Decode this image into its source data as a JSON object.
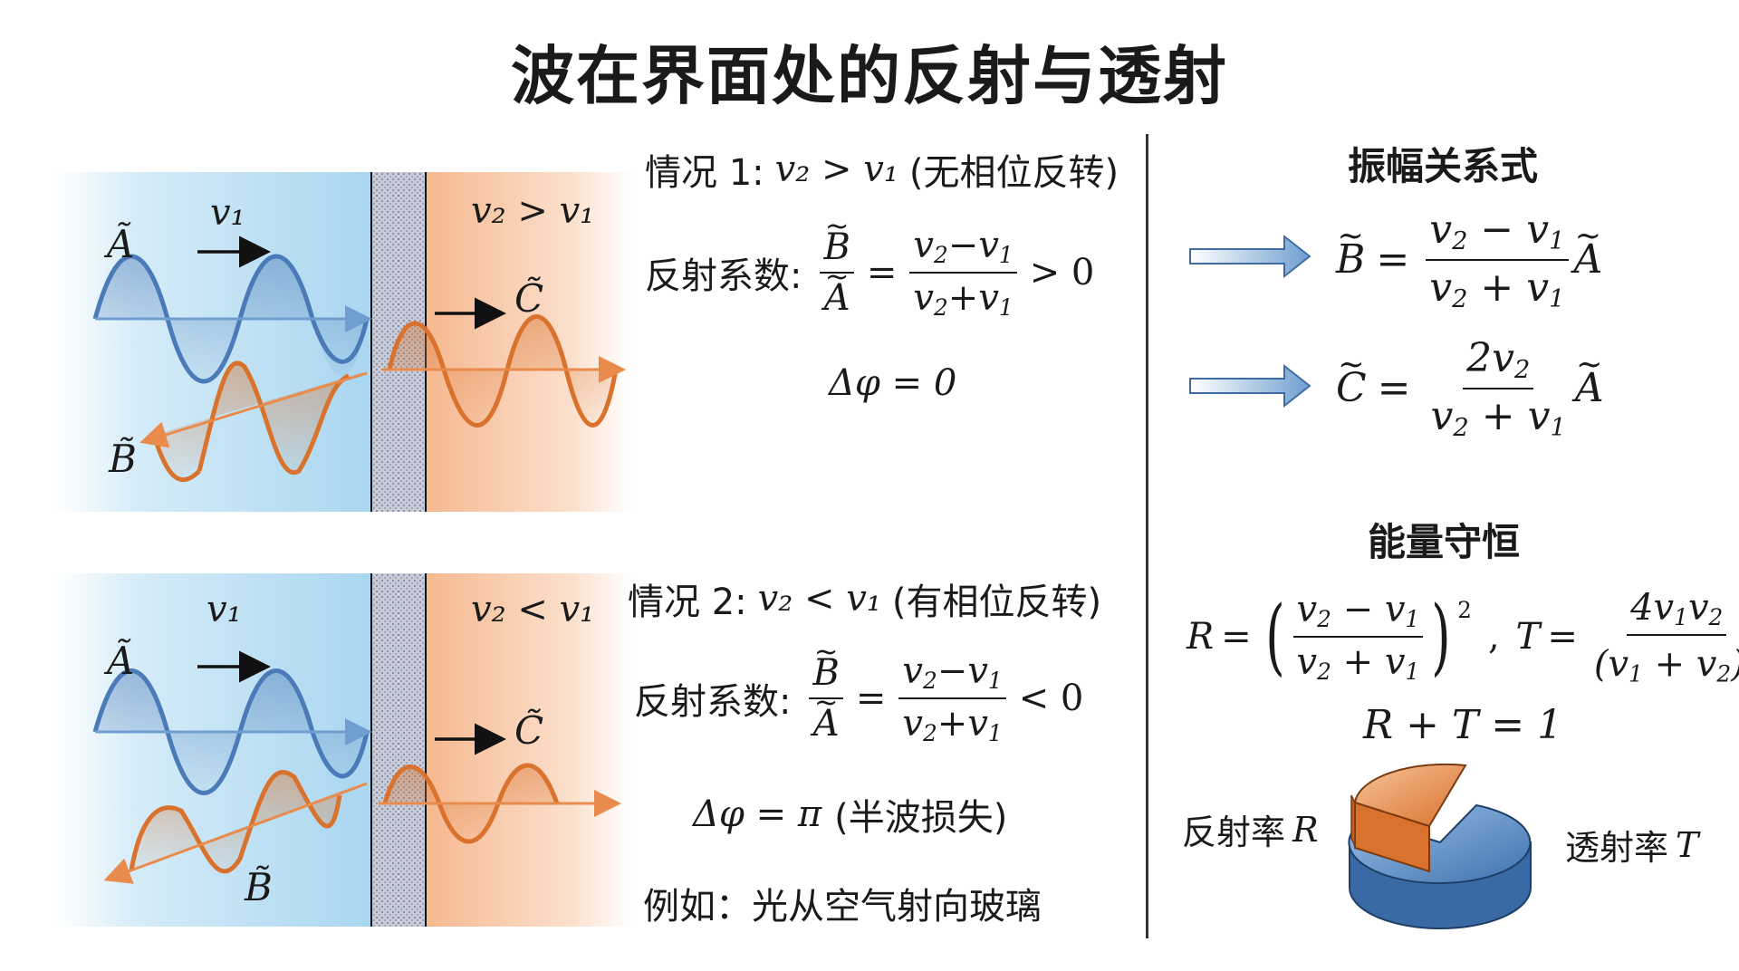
{
  "title": "波在界面处的反射与透射",
  "case1": {
    "heading": "情况 1:",
    "heading_cond": "v₂ > v₁",
    "heading_note": "(无相位反转)",
    "coef_label": "反射系数:",
    "phase": "Δφ = 0"
  },
  "case2": {
    "heading": "情况 2:",
    "heading_cond": "v₂ < v₁",
    "heading_note": "(有相位反转)",
    "coef_label": "反射系数:",
    "phase": "Δφ = π",
    "phase_note": "(半波损失)",
    "example": "例如：光从空气射向玻璃"
  },
  "amplitude": {
    "heading": "振幅关系式"
  },
  "energy": {
    "heading": "能量守恒",
    "sum": "R + T = 1",
    "reflect_label": "反射率",
    "transmit_label": "透射率",
    "R_symbol": "R",
    "T_symbol": "T",
    "pie_reflect_fraction": 0.28,
    "pie_transmit_fraction": 0.72
  },
  "diagram": {
    "v1": "v₁",
    "cond1": "v₂ > v₁",
    "cond2": "v₂ < v₁",
    "A": "Ã",
    "B": "B̃",
    "C": "C̃"
  },
  "colors": {
    "incident_wave": "#4a7ab8",
    "reflected_wave": "#d9722c",
    "medium1": "#bfdff2",
    "medium2": "#f9c9a8",
    "arrow_blue": "#6f9fd0"
  }
}
